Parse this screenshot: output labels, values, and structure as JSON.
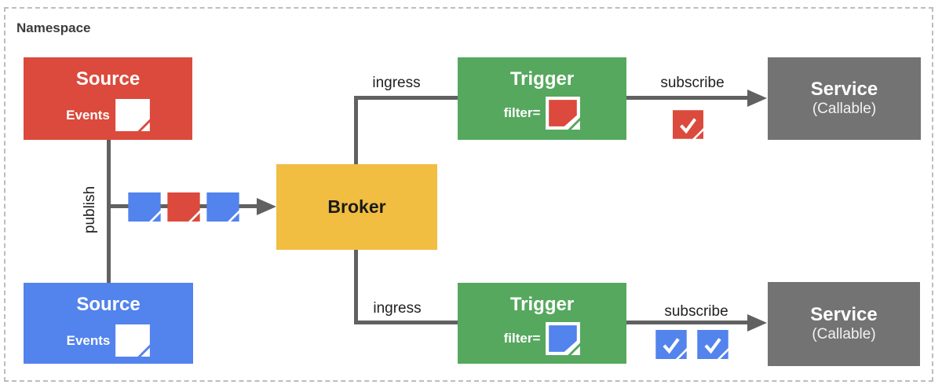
{
  "namespace_label": "Namespace",
  "nodes": {
    "source_top": {
      "title": "Source",
      "events_label": "Events"
    },
    "source_bottom": {
      "title": "Source",
      "events_label": "Events"
    },
    "broker": {
      "title": "Broker"
    },
    "trigger_top": {
      "title": "Trigger",
      "filter_label": "filter="
    },
    "trigger_bottom": {
      "title": "Trigger",
      "filter_label": "filter="
    },
    "service_top": {
      "title": "Service",
      "subtitle": "(Callable)"
    },
    "service_bottom": {
      "title": "Service",
      "subtitle": "(Callable)"
    }
  },
  "edges": {
    "publish": "publish",
    "ingress_top": "ingress",
    "ingress_bottom": "ingress",
    "subscribe_top": "subscribe",
    "subscribe_bottom": "subscribe"
  },
  "icons": {
    "source_event": "white-document-icon",
    "message_blue": "blue-event-document-icon",
    "message_red": "red-event-document-icon",
    "filter_red": "red-filter-document-icon",
    "filter_blue": "blue-filter-document-icon",
    "delivered_red": "red-document-check-icon",
    "delivered_blue": "blue-document-check-icon"
  },
  "colors": {
    "red": "#db4a3c",
    "blue": "#5383ec",
    "green": "#56a85e",
    "yellow": "#f1be42",
    "gray": "#737373",
    "line": "#616161",
    "namespace_border": "#bdbdbd",
    "label_text": "#212121",
    "namespace_text": "#3c3c3c",
    "white": "#ffffff"
  }
}
